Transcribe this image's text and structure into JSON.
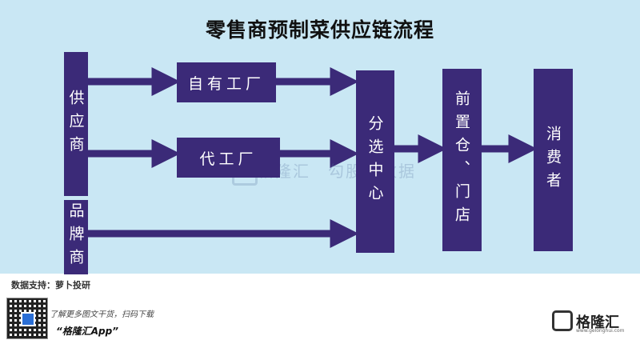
{
  "title": "零售商预制菜供应链流程",
  "nodes": {
    "supplier": "供应商",
    "brand": "品牌商",
    "own_factory": "自有工厂",
    "oem_factory": "代工厂",
    "sorting_center": "分选中心",
    "warehouse_store": "前置仓、门店",
    "consumer": "消费者"
  },
  "watermark": {
    "brand": "格隆汇",
    "partner": "勾股大数据"
  },
  "source": "数据支持：萝卜投研",
  "footer": {
    "promo_line": "了解更多图文干货，扫码下载",
    "app_name": "“格隆汇App”",
    "logo": "格隆汇",
    "logo_sub": "www.gelonghui.com"
  },
  "colors": {
    "node": "#3b2a78",
    "background": "#c9e7f4"
  }
}
